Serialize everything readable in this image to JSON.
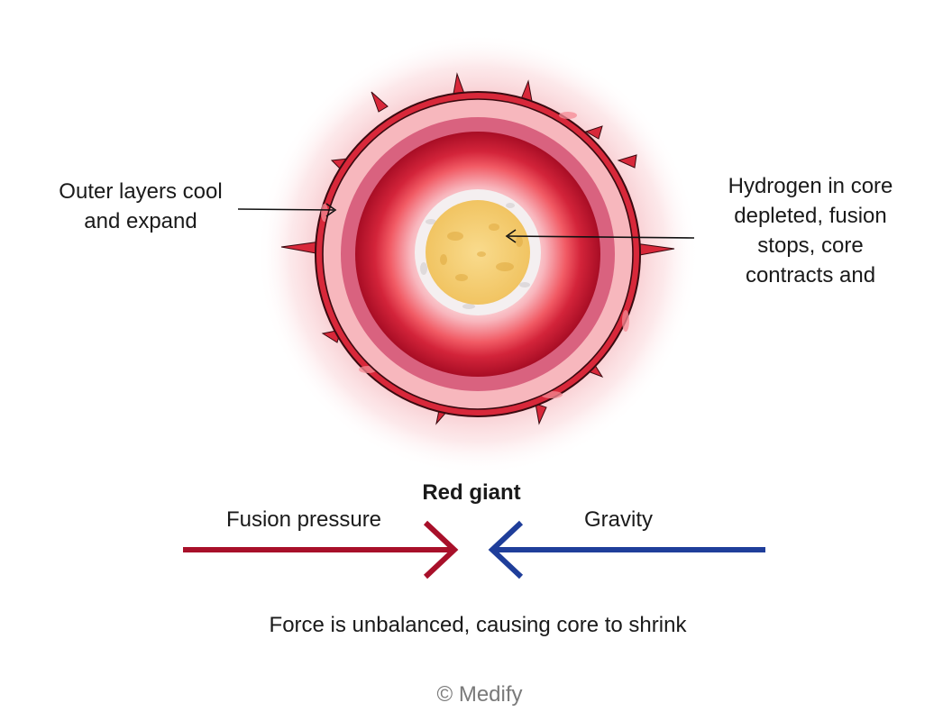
{
  "diagram": {
    "title": "Red giant",
    "outer_label_lines": [
      "Outer layers cool",
      "and expand"
    ],
    "core_label_lines": [
      "Hydrogen in core",
      "depleted, fusion",
      "stops, core",
      "contracts and"
    ],
    "fusion_label": "Fusion pressure",
    "gravity_label": "Gravity",
    "caption": "Force is unbalanced, causing core to shrink",
    "copyright": "© Medify"
  },
  "colors": {
    "shell_red": "#d8283a",
    "shell_pink": "#f7b7bd",
    "band_rose": "#d9627f",
    "deep_red": "#a80d25",
    "core_yellow": "#f6d07a",
    "fusion_arrow": "#a8102a",
    "gravity_arrow": "#1f3e9a",
    "text": "#1a1a1a",
    "muted_text": "#7a7a7a"
  }
}
